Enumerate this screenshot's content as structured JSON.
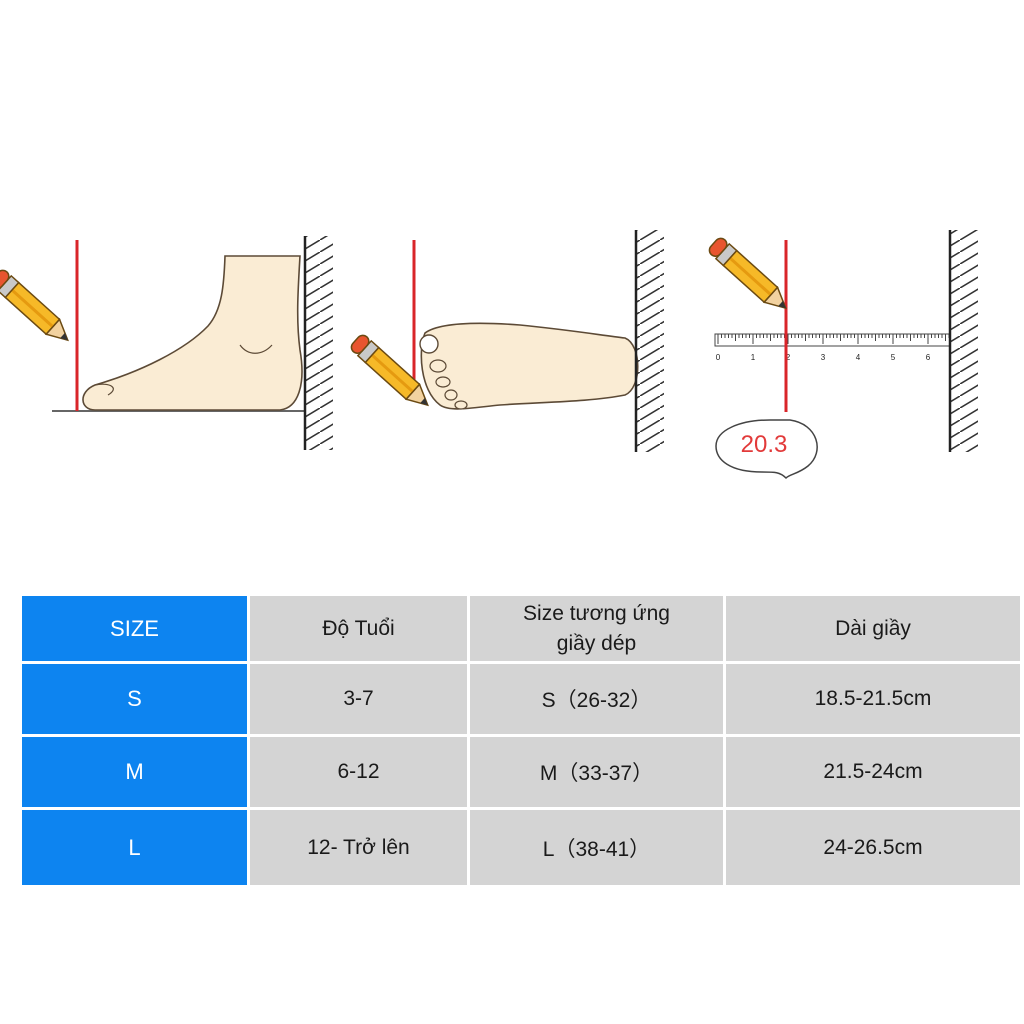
{
  "measurement": {
    "reading": "20.3",
    "ruler_ticks": [
      "0",
      "1",
      "2",
      "3",
      "4",
      "5",
      "6"
    ]
  },
  "size_table": {
    "headers": [
      "SIZE",
      "Độ Tuổi",
      "Size tương ứng giầy dép",
      "Dài giầy"
    ],
    "rows": [
      {
        "size": "S",
        "age": "3-7",
        "shoe_size": "S（26-32）",
        "length": "18.5-21.5cm"
      },
      {
        "size": "M",
        "age": "6-12",
        "shoe_size": "M（33-37）",
        "length": "21.5-24cm"
      },
      {
        "size": "L",
        "age": "12- Trở lên",
        "shoe_size": "L（38-41）",
        "length": "24-26.5cm"
      }
    ]
  },
  "colors": {
    "accent_blue": "#0d84f0",
    "cell_gray": "#d4d4d4",
    "guide_red": "#d9252a",
    "skin": "#faecd4",
    "reading_red": "#e23a3a"
  },
  "icons": [
    "pencil-icon",
    "foot-side-illustration",
    "foot-top-illustration",
    "ruler-icon",
    "wall-hatch"
  ]
}
